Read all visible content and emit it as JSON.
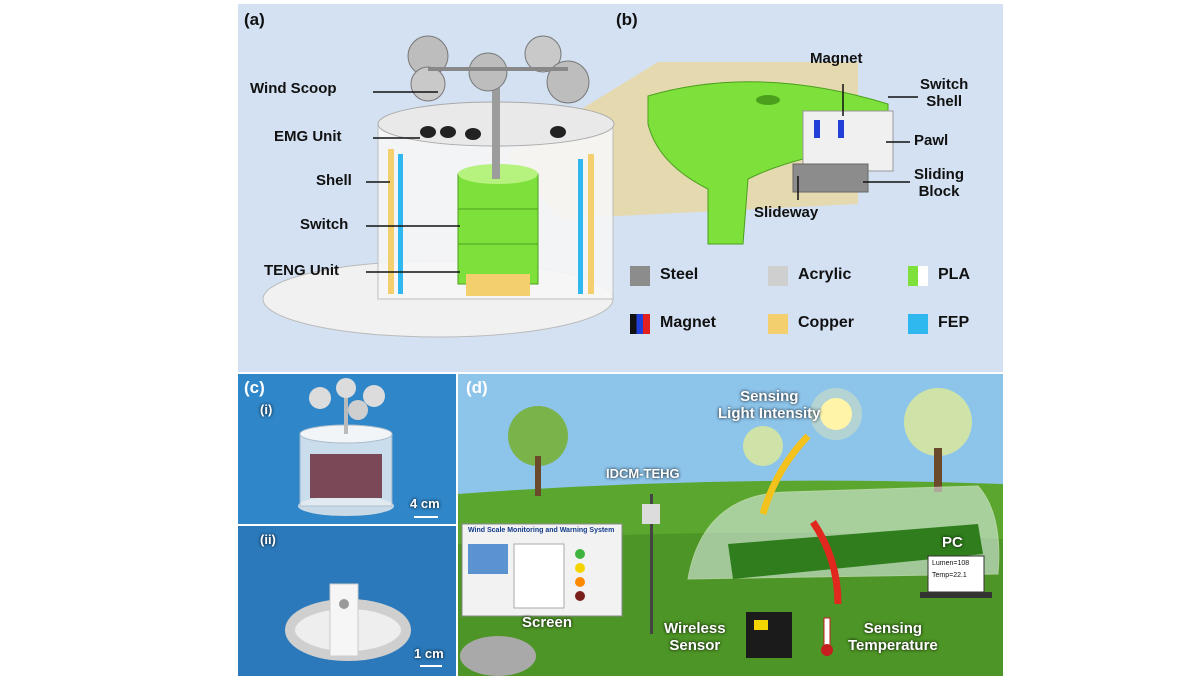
{
  "panels": {
    "a": {
      "label": "(a)"
    },
    "b": {
      "label": "(b)"
    },
    "c": {
      "label": "(c)",
      "sub1": "(i)",
      "sub2": "(ii)",
      "scale1": "4 cm",
      "scale2": "1 cm"
    },
    "d": {
      "label": "(d)"
    }
  },
  "panel_a_labels": {
    "wind_scoop": "Wind Scoop",
    "emg_unit": "EMG Unit",
    "shell": "Shell",
    "switch": "Switch",
    "teng_unit": "TENG Unit"
  },
  "panel_b_labels": {
    "magnet": "Magnet",
    "switch_shell": "Switch\nShell",
    "pawl": "Pawl",
    "sliding_block": "Sliding\nBlock",
    "slideway": "Slideway"
  },
  "legend": [
    {
      "label": "Steel",
      "color": "#8c8c8c"
    },
    {
      "label": "Acrylic",
      "color": "#cfcfcf"
    },
    {
      "label": "PLA",
      "color": "#7ee03b",
      "color2": "#ffffff"
    },
    {
      "label": "Magnet",
      "color": "#111111",
      "color2": "#1f3fd6",
      "color3": "#e32020"
    },
    {
      "label": "Copper",
      "color": "#f3cf6e"
    },
    {
      "label": "FEP",
      "color": "#2fb7ef"
    }
  ],
  "panel_d_labels": {
    "sensing_light": "Sensing\nLight Intensity",
    "idcm_tehg": "IDCM-TEHG",
    "pc": "PC",
    "screen": "Screen",
    "wireless_sensor": "Wireless\nSensor",
    "sensing_temperature": "Sensing\nTemperature",
    "screen_title": "Wind Scale Monitoring and Warning System",
    "pc_line1": "Lumen=108",
    "pc_line2": "Temp=22.1"
  }
}
